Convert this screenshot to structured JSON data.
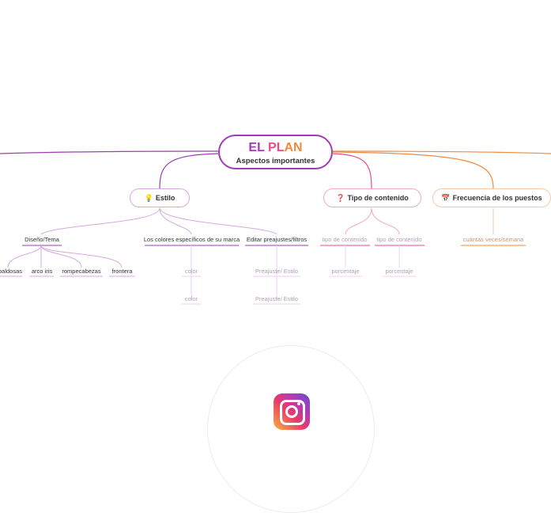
{
  "central": {
    "title_part1": "EL",
    "title_part2": "PL",
    "title_part3": "AN",
    "subtitle": "Aspectos importantes"
  },
  "colors": {
    "purple": "#9b3fb0",
    "pink": "#e24f8f",
    "orange": "#f08a3e",
    "lilac": "#d6a8e3",
    "pinklight": "#f2a8c8"
  },
  "branches": {
    "estilo": {
      "icon": "💡",
      "label": "Estilo"
    },
    "tipo": {
      "icon": "❓",
      "label": "Tipo de contenido"
    },
    "frecuencia": {
      "icon": "📅",
      "label": "Frecuencia de los puestos"
    }
  },
  "estilo_children": {
    "diseno": "Diseño/Tema",
    "colores": "Los colores específicos de su marca",
    "editar": "Editar preajustes/filtros"
  },
  "diseno_children": [
    "baldosas",
    "arco iris",
    "rompecabezas",
    "frontera"
  ],
  "colores_children": [
    "color",
    "color"
  ],
  "editar_children": [
    "Preajuste/ Estilo",
    "Preajuste/ Estilo"
  ],
  "tipo_children": [
    "tipo de contenido",
    "tipo de contenido"
  ],
  "tipo_grandchildren": [
    "porcentaje",
    "porcentaje"
  ],
  "frecuencia_children": [
    "cuántas veces/semana"
  ],
  "icons": {
    "estilo": "lightbulb-icon",
    "tipo": "question-icon",
    "frecuencia": "calendar-icon",
    "logo": "instagram-logo"
  }
}
